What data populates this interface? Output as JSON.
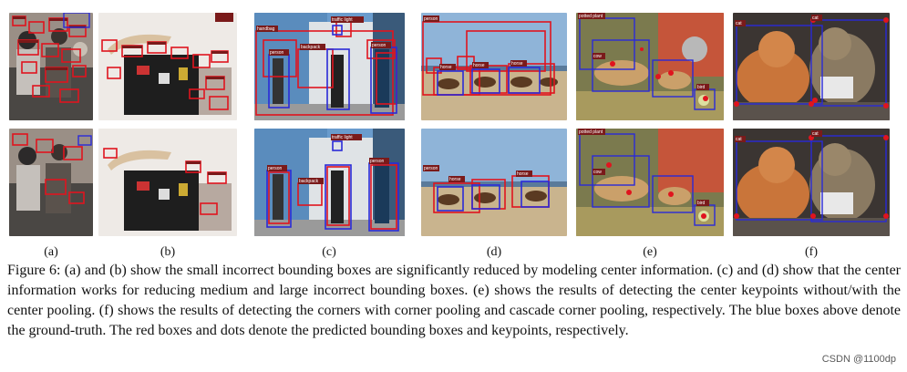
{
  "figure": {
    "labels": [
      "(a)",
      "(b)",
      "(c)",
      "(d)",
      "(e)",
      "(f)"
    ],
    "caption": "Figure 6: (a) and (b) show the small incorrect bounding boxes are significantly reduced by modeling center information. (c) and (d) show that the center information works for reducing medium and large incorrect bounding boxes. (e) shows the results of detecting the center keypoints without/with the center pooling. (f) shows the results of detecting the corners with corner pooling and cascade corner pooling, respectively. The blue boxes above denote the ground-truth. The red boxes and dots denote the predicted bounding boxes and keypoints, respectively."
  },
  "watermark": "CSDN @1100dp",
  "colors": {
    "pred": "#e0141e",
    "gt": "#2a2ad8",
    "tag": "#7a1a1a"
  },
  "panels": {
    "c": {
      "tags_top": [
        "handbag",
        "traffic light",
        "person",
        "backpack",
        "person"
      ],
      "tags_bottom": [
        "traffic light",
        "person",
        "backpack",
        "person"
      ]
    },
    "d": {
      "tags_top": [
        "person",
        "horse",
        "horse",
        "horse"
      ],
      "tags_bottom": [
        "person",
        "horse",
        "horse"
      ]
    },
    "e": {
      "tags_top": [
        "potted plant",
        "cow",
        "bird"
      ],
      "tags_bottom": [
        "potted plant",
        "cow",
        "bird"
      ]
    },
    "f": {
      "tags_top": [
        "cat",
        "cat"
      ],
      "tags_bottom": [
        "cat",
        "cat"
      ]
    }
  }
}
